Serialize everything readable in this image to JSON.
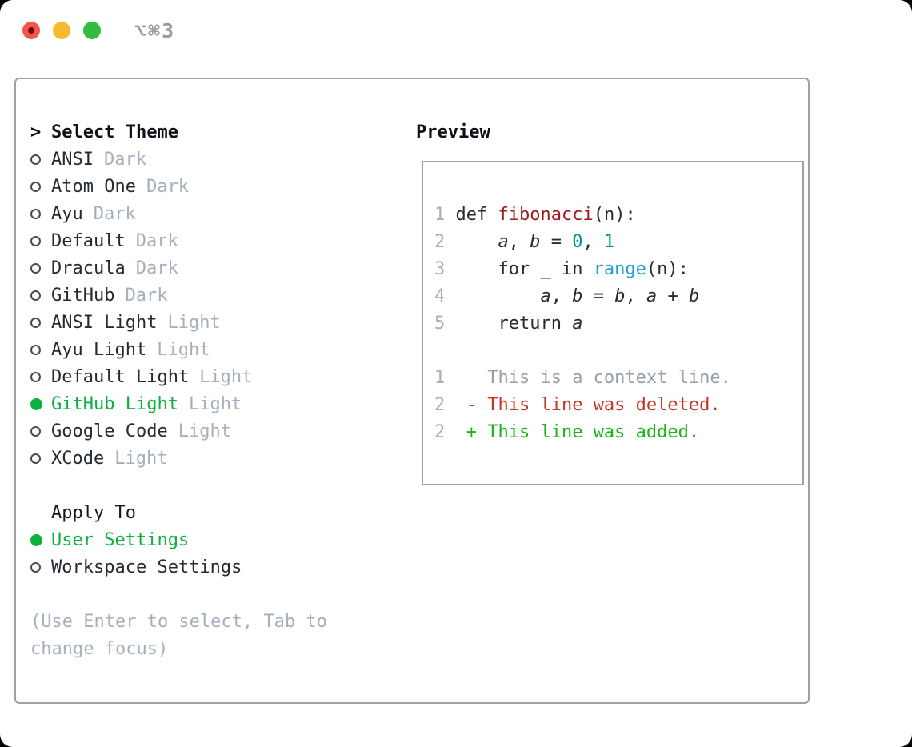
{
  "window": {
    "title": "⌥⌘3"
  },
  "colors": {
    "accent_green": "#0cb23e",
    "diff_added_green": "#17b517",
    "diff_deleted_red": "#c43524",
    "function_red": "#9e1b1b",
    "number_teal": "#009999",
    "builtin_blue": "#219fd6",
    "muted_gray": "#a6b0bd",
    "border_gray": "#99a2ad",
    "ink": "#262b33",
    "traffic_red": "#f4564e",
    "traffic_yellow": "#f6b92f",
    "traffic_green": "#31bd3f"
  },
  "theme_list": {
    "prompt": ">",
    "header": "Select Theme",
    "items": [
      {
        "name": "ANSI",
        "variant": "Dark",
        "selected": false
      },
      {
        "name": "Atom One",
        "variant": "Dark",
        "selected": false
      },
      {
        "name": "Ayu",
        "variant": "Dark",
        "selected": false
      },
      {
        "name": "Default",
        "variant": "Dark",
        "selected": false
      },
      {
        "name": "Dracula",
        "variant": "Dark",
        "selected": false
      },
      {
        "name": "GitHub",
        "variant": "Dark",
        "selected": false
      },
      {
        "name": "ANSI Light",
        "variant": "Light",
        "selected": false
      },
      {
        "name": "Ayu Light",
        "variant": "Light",
        "selected": false
      },
      {
        "name": "Default Light",
        "variant": "Light",
        "selected": false
      },
      {
        "name": "GitHub Light",
        "variant": "Light",
        "selected": true
      },
      {
        "name": "Google Code",
        "variant": "Light",
        "selected": false
      },
      {
        "name": "XCode",
        "variant": "Light",
        "selected": false
      }
    ]
  },
  "apply_to": {
    "header": "Apply To",
    "options": [
      {
        "label": "User Settings",
        "selected": true
      },
      {
        "label": "Workspace Settings",
        "selected": false
      }
    ]
  },
  "help": {
    "lines": [
      "(Use Enter to select, Tab to",
      "change focus)"
    ]
  },
  "preview": {
    "header": "Preview",
    "lines": [
      {
        "num": "1",
        "segs": [
          {
            "text": " def "
          },
          {
            "text": "fibonacci"
          },
          {
            "text": "(n):"
          }
        ]
      },
      {
        "num": "2",
        "segs": [
          {
            "text": "     "
          },
          {
            "text": "a"
          },
          {
            "text": ", "
          },
          {
            "text": "b"
          },
          {
            "text": " = "
          },
          {
            "text": "0"
          },
          {
            "text": ", "
          },
          {
            "text": "1"
          }
        ]
      },
      {
        "num": "3",
        "segs": [
          {
            "text": "     for _ in "
          },
          {
            "text": "range"
          },
          {
            "text": "(n):"
          }
        ]
      },
      {
        "num": "4",
        "segs": [
          {
            "text": "         "
          },
          {
            "text": "a"
          },
          {
            "text": ", "
          },
          {
            "text": "b"
          },
          {
            "text": " = "
          },
          {
            "text": "b"
          },
          {
            "text": ", "
          },
          {
            "text": "a"
          },
          {
            "text": " + "
          },
          {
            "text": "b"
          }
        ]
      },
      {
        "num": "5",
        "segs": [
          {
            "text": "     return "
          },
          {
            "text": "a"
          }
        ]
      },
      {
        "num": "",
        "segs": []
      },
      {
        "num": "1",
        "segs": [
          {
            "text": "    This is a context line."
          }
        ]
      },
      {
        "num": "2",
        "segs": [
          {
            "text": "  "
          },
          {
            "text": "- This line was deleted."
          }
        ]
      },
      {
        "num": "2",
        "segs": [
          {
            "text": "  "
          },
          {
            "text": "+ This line was added."
          }
        ]
      }
    ]
  }
}
